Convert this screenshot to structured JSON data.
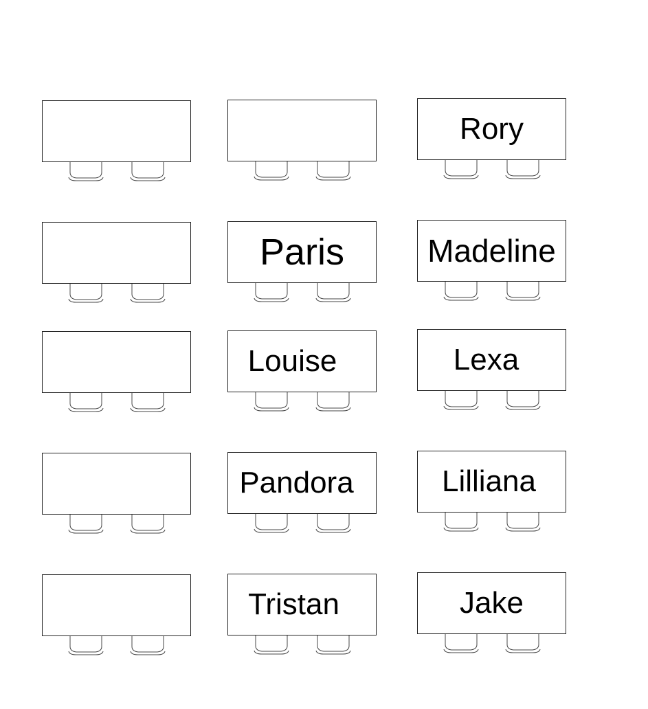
{
  "desks": [
    {
      "name": ""
    },
    {
      "name": ""
    },
    {
      "name": "Rory"
    },
    {
      "name": ""
    },
    {
      "name": "Paris"
    },
    {
      "name": "Madeline"
    },
    {
      "name": ""
    },
    {
      "name": "Louise"
    },
    {
      "name": "Lexa"
    },
    {
      "name": ""
    },
    {
      "name": "Pandora"
    },
    {
      "name": "Lilliana"
    },
    {
      "name": ""
    },
    {
      "name": "Tristan"
    },
    {
      "name": "Jake"
    }
  ]
}
